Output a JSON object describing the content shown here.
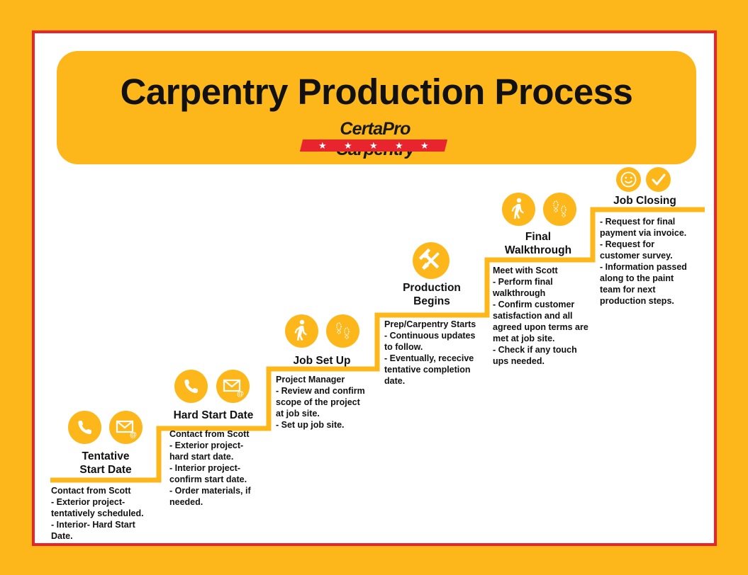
{
  "header": {
    "title": "Carpentry Production Process",
    "logo_text": "CertaPro Carpentry"
  },
  "colors": {
    "background": "#FDB71A",
    "frame_border": "#E8252E",
    "icon_fill": "#FDB71A",
    "stair_line": "#FDB71A",
    "text": "#111111"
  },
  "steps": [
    {
      "title_lines": [
        "Tentative",
        "Start Date"
      ],
      "icons": [
        "phone-icon",
        "email-icon"
      ],
      "body_lines": [
        "Contact from Scott",
        "- Exterior project-",
        "tentatively scheduled.",
        "- Interior- Hard Start",
        "Date."
      ]
    },
    {
      "title_lines": [
        "Hard Start Date"
      ],
      "icons": [
        "phone-icon",
        "email-icon"
      ],
      "body_lines": [
        "Contact from Scott",
        "- Exterior project-",
        "hard start date.",
        "- Interior project-",
        "confirm start date.",
        "- Order materials, if",
        "needed."
      ]
    },
    {
      "title_lines": [
        "Job Set Up"
      ],
      "icons": [
        "walking-person-icon",
        "footprints-icon"
      ],
      "body_lines": [
        "Project Manager",
        "- Review and confirm",
        "scope of the project",
        "at job site.",
        "- Set up job site."
      ]
    },
    {
      "title_lines": [
        "Production",
        "Begins"
      ],
      "icons": [
        "tools-icon"
      ],
      "body_lines": [
        "Prep/Carpentry Starts",
        "- Continuous updates",
        "to follow.",
        "- Eventually, rececive",
        "tentative completion",
        "date."
      ]
    },
    {
      "title_lines": [
        "Final",
        "Walkthrough"
      ],
      "icons": [
        "walking-person-icon",
        "footprints-icon"
      ],
      "body_lines": [
        "Meet with Scott",
        "- Perform final",
        "walkthrough",
        "- Confirm customer",
        "satisfaction and all",
        "agreed upon terms are",
        "met at job site.",
        "- Check if any touch",
        "ups needed."
      ]
    },
    {
      "title_lines": [
        "Job Closing"
      ],
      "icons": [
        "smiley-icon",
        "checkmark-icon"
      ],
      "body_lines": [
        "- Request for final",
        "payment via invoice.",
        "- Request for",
        "customer survey.",
        "- Information passed",
        "along to the paint",
        "team for next",
        "production steps."
      ]
    }
  ]
}
